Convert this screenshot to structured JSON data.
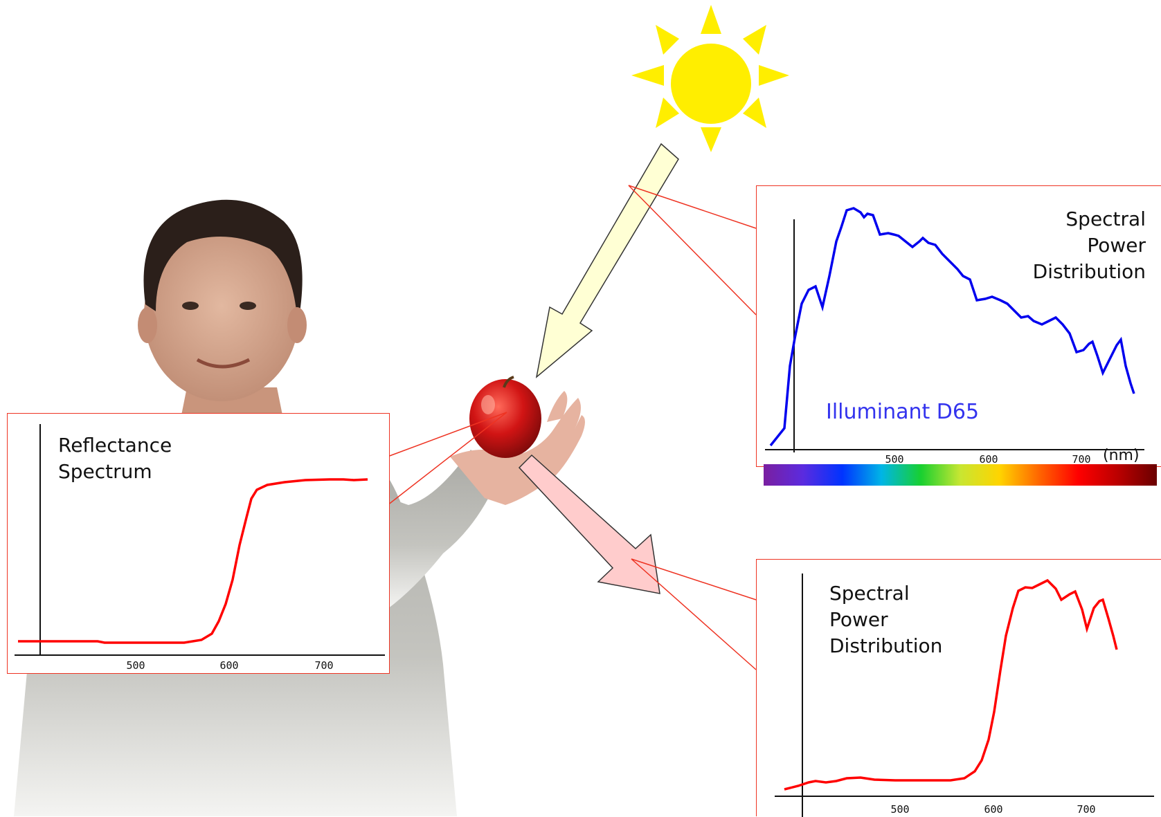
{
  "spd_panel": {
    "title_lines": [
      "Spectral",
      "Power",
      "Distribution"
    ],
    "illuminant_label": "Illuminant D65",
    "x_ticks": [
      "500",
      "600",
      "700"
    ],
    "unit_label": "(nm)",
    "line_color": "#0000ee",
    "label_color": "#3333ee"
  },
  "reflectance_panel": {
    "title_lines": [
      "Reflectance",
      "Spectrum"
    ],
    "x_ticks": [
      "500",
      "600",
      "700"
    ],
    "line_color": "#ff0000"
  },
  "output_panel": {
    "title_lines": [
      "Spectral",
      "Power",
      "Distribution"
    ],
    "x_ticks": [
      "500",
      "600",
      "700"
    ],
    "line_color": "#ff0000"
  },
  "spectrum_bar": {
    "colors": [
      "#7a1fa0",
      "#5b2bdf",
      "#0033ff",
      "#00b5e6",
      "#18d030",
      "#c8e632",
      "#ffd400",
      "#ff6600",
      "#ff0000",
      "#bb0000",
      "#6a0000"
    ]
  },
  "colors": {
    "sun": "#ffee00",
    "incoming_arrow_fill": "#ffffd4",
    "outgoing_arrow_fill": "#ffcccc",
    "callout_line": "#ee3322"
  }
}
